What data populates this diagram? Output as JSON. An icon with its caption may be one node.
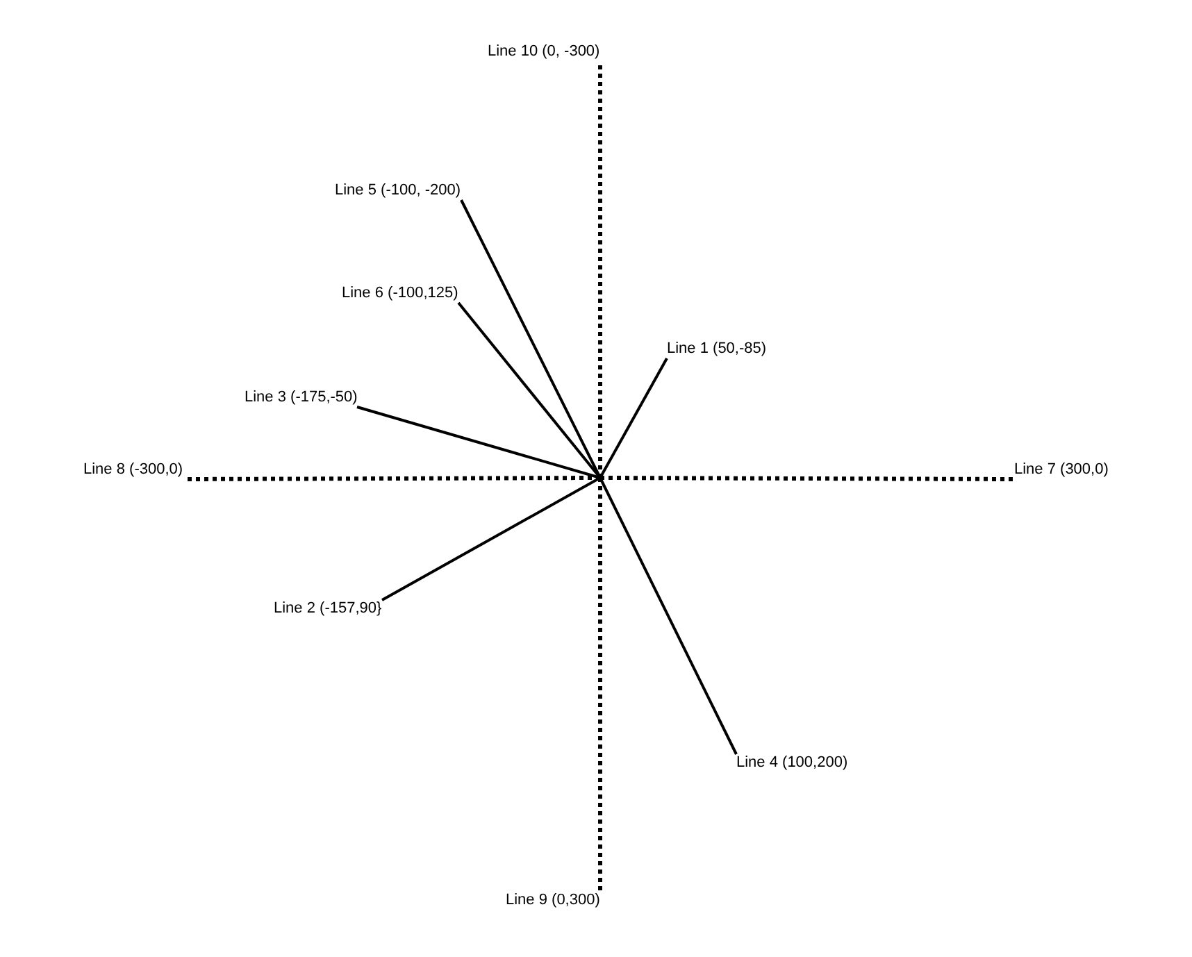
{
  "diagram": {
    "nodes": [
      {
        "text": [
          "Line 10 (0, -300)"
        ]
      },
      {
        "text": [
          "Line 5 (-100, -200)"
        ]
      },
      {
        "text": [
          "Line 6 (-100,125)"
        ]
      },
      {
        "text": [
          "Line 1 (50,-85)"
        ]
      },
      {
        "text": [
          "Line 3 (-175,-50)"
        ]
      },
      {
        "text": [
          "Line 8 (-300,0)"
        ]
      },
      {
        "text": [
          "Line 7 (300,0)"
        ]
      },
      {
        "text": [
          "Line 2 (-157,90}"
        ]
      },
      {
        "text": [
          "Line 4 (100,200)"
        ]
      },
      {
        "text": [
          "Line 9 (0,300)"
        ]
      }
    ],
    "edges": [
      {
        "from": null,
        "to": 0,
        "arrow": "none",
        "style": "dashed"
      },
      {
        "from": null,
        "to": 1,
        "arrow": "none"
      },
      {
        "from": null,
        "to": 2,
        "arrow": "none"
      },
      {
        "from": null,
        "to": 3,
        "arrow": "none"
      },
      {
        "from": null,
        "to": 4,
        "arrow": "none"
      },
      {
        "from": null,
        "to": 5,
        "arrow": "none",
        "style": "dashed"
      },
      {
        "from": null,
        "to": 6,
        "arrow": "none",
        "style": "dashed"
      },
      {
        "from": null,
        "to": 7,
        "arrow": "none"
      },
      {
        "from": null,
        "to": 8,
        "arrow": "none"
      },
      {
        "from": null,
        "to": 9,
        "arrow": "none",
        "style": "dashed"
      }
    ]
  }
}
